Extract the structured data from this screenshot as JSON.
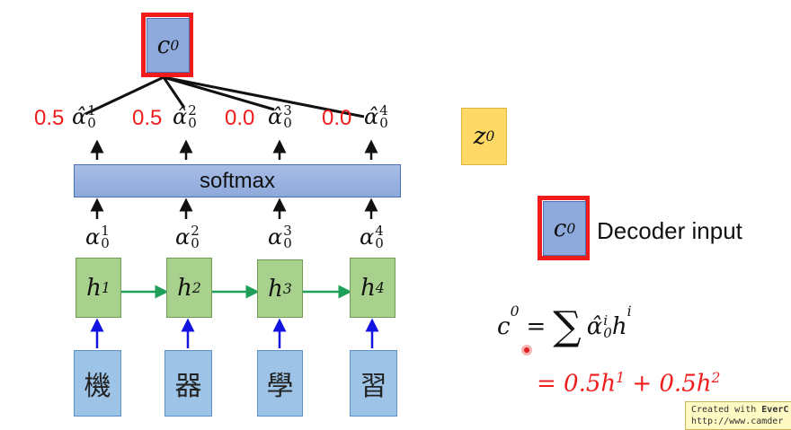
{
  "context": {
    "label": "c",
    "sup": "0"
  },
  "weights": [
    {
      "value": "0.5",
      "sup": "1",
      "sub": "0"
    },
    {
      "value": "0.5",
      "sup": "2",
      "sub": "0"
    },
    {
      "value": "0.0",
      "sup": "3",
      "sub": "0"
    },
    {
      "value": "0.0",
      "sup": "4",
      "sub": "0"
    }
  ],
  "softmax_label": "softmax",
  "alphas": [
    {
      "sup": "1",
      "sub": "0"
    },
    {
      "sup": "2",
      "sub": "0"
    },
    {
      "sup": "3",
      "sub": "0"
    },
    {
      "sup": "4",
      "sub": "0"
    }
  ],
  "hidden": [
    {
      "label": "h",
      "sup": "1"
    },
    {
      "label": "h",
      "sup": "2"
    },
    {
      "label": "h",
      "sup": "3"
    },
    {
      "label": "h",
      "sup": "4"
    }
  ],
  "inputs": [
    "機",
    "器",
    "學",
    "習"
  ],
  "decoder_state": {
    "label": "z",
    "sup": "0"
  },
  "decoder_input": {
    "label": "c",
    "sup": "0",
    "caption": "Decoder input"
  },
  "formula": {
    "lhs": "c",
    "lhs_sup": "0",
    "eq": "=",
    "sum": "∑",
    "term": "α̂",
    "term_sup": "i",
    "term_sub": "0",
    "h": "h",
    "h_sup": "i",
    "result": "= 0.5h",
    "result_sup1": "1",
    "result_mid": " + 0.5h",
    "result_sup2": "2"
  },
  "watermark": {
    "line1": "Created with ",
    "brand": "EverC",
    "line2": "http://www.camder"
  },
  "colors": {
    "highlight": "#f01c1c",
    "context_box": "#8ea9db",
    "hidden_box": "#a9d18e",
    "input_box": "#9dc3e6",
    "decoder_box": "#ffd966"
  }
}
